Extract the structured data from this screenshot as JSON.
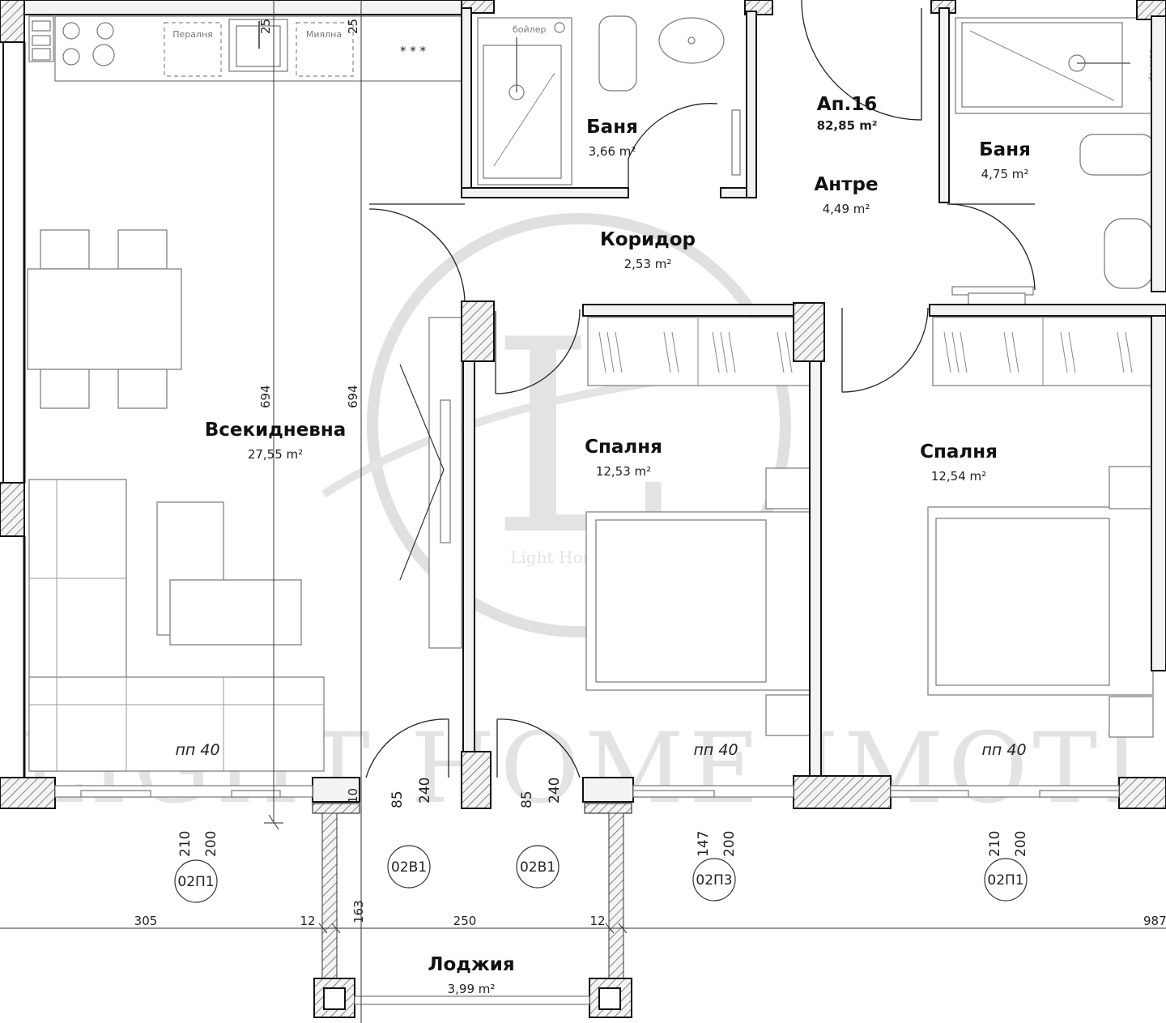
{
  "apartment": {
    "title": "Ап.16",
    "area": "82,85 m²"
  },
  "rooms": {
    "living": {
      "name": "Всекидневна",
      "area": "27,55 m²"
    },
    "bath1": {
      "name": "Баня",
      "area": "3,66 m²"
    },
    "bath2": {
      "name": "Баня",
      "area": "4,75 m²"
    },
    "hall": {
      "name": "Антре",
      "area": "4,49 m²"
    },
    "corridor": {
      "name": "Коридор",
      "area": "2,53 m²"
    },
    "bedroom1": {
      "name": "Спалня",
      "area": "12,53 m²"
    },
    "bedroom2": {
      "name": "Спалня",
      "area": "12,54 m²"
    },
    "loggia": {
      "name": "Лоджия",
      "area": "3,99 m²"
    }
  },
  "appliances": {
    "washer": "Пералня",
    "dishwasher": "Миялна",
    "boiler1": "бойлер",
    "boiler2": "бойлер"
  },
  "labels": {
    "sill1": "пп 40",
    "sill2": "пп 40",
    "sill3": "пп 40"
  },
  "dimensions": {
    "d694a": "694",
    "d694b": "694",
    "d25a": "25",
    "d25b": "25",
    "d85a": "85",
    "d240a": "240",
    "d85b": "85",
    "d240b": "240",
    "d210a": "210",
    "d200a": "200",
    "d147": "147",
    "d200b": "200",
    "d210b": "210",
    "d200c": "200",
    "d305": "305",
    "d12a": "12",
    "d163": "163",
    "d250": "250",
    "d12b": "12",
    "d987": "987",
    "d10": "10"
  },
  "tags": {
    "w1": "02П1",
    "w2": "02В1",
    "w3": "02В1",
    "w4": "02П3",
    "w5": "02П1"
  },
  "watermark": {
    "letter": "L",
    "brand_small": "Light Home Imoti",
    "brand_big": "LIGHT HOME IMOTI"
  }
}
